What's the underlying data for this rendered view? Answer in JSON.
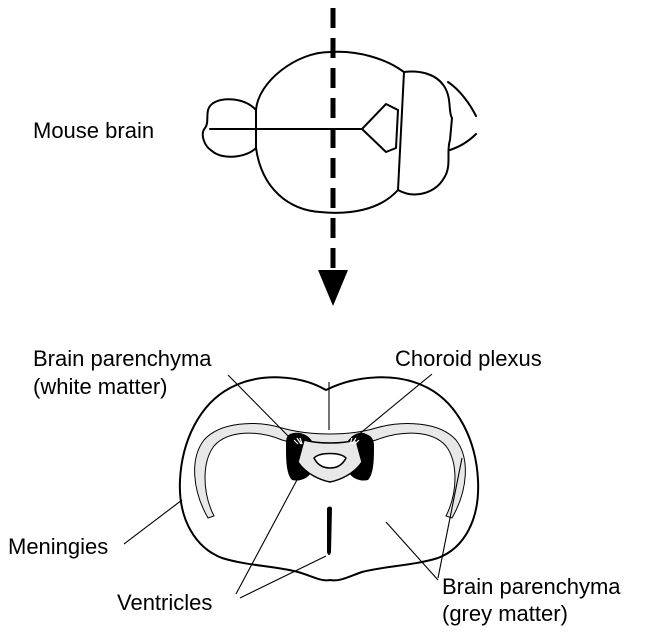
{
  "labels": {
    "mouse_brain": "Mouse brain",
    "white_matter_line1": "Brain parenchyma",
    "white_matter_line2": "(white matter)",
    "choroid_plexus": "Choroid plexus",
    "meningies": "Meningies",
    "ventricles": "Ventricles",
    "grey_matter_line1": "Brain parenchyma",
    "grey_matter_line2": "(grey matter)"
  },
  "colors": {
    "stroke": "#000000",
    "white_matter_fill": "#e8e8e8",
    "ventricle_fill": "#000000",
    "background": "#ffffff"
  },
  "icons": {
    "cut_arrow": "dashed-arrow-down"
  }
}
